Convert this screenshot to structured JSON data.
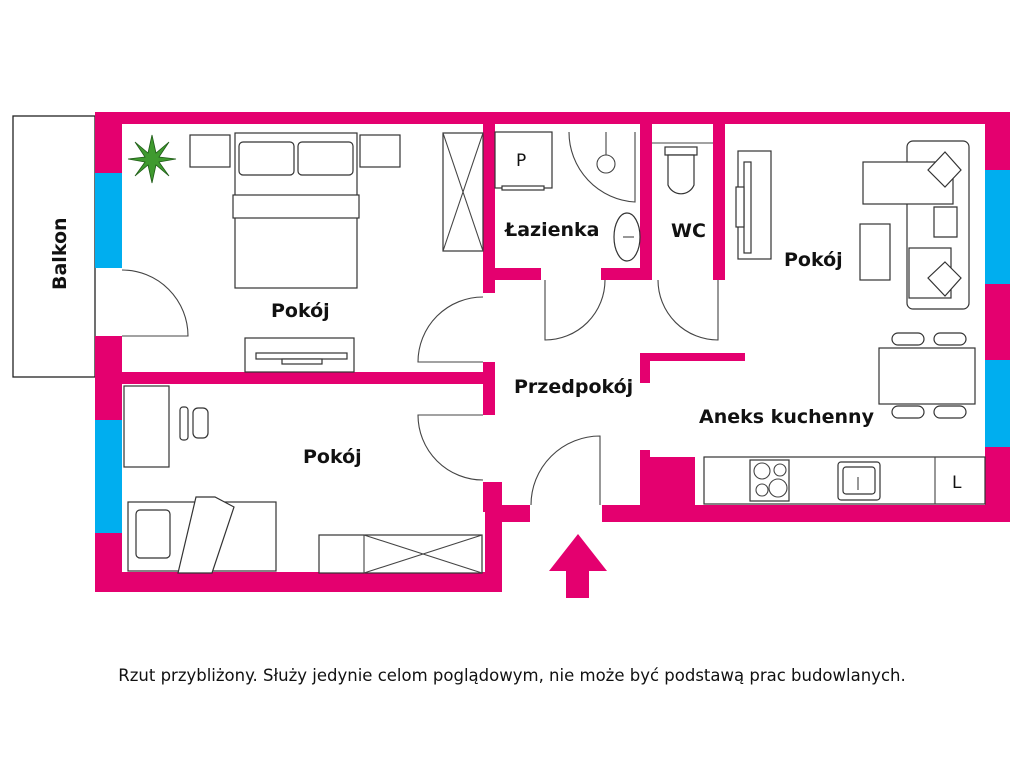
{
  "colors": {
    "wall": "#e4006f",
    "window": "#00aeef"
  },
  "rooms": {
    "balcony": "Balkon",
    "bedroom_top": "Pokój",
    "bedroom_bottom": "Pokój",
    "bathroom": "Łazienka",
    "wc": "WC",
    "living_room": "Pokój",
    "hallway": "Przedpokój",
    "kitchenette": "Aneks kuchenny"
  },
  "markers": {
    "washing_machine": "P",
    "fridge": "L"
  },
  "icons": [
    "plant-icon",
    "entrance-arrow-icon"
  ],
  "disclaimer": "Rzut przybliżony. Służy jedynie celom poglądowym, nie może być podstawą prac budowlanych."
}
